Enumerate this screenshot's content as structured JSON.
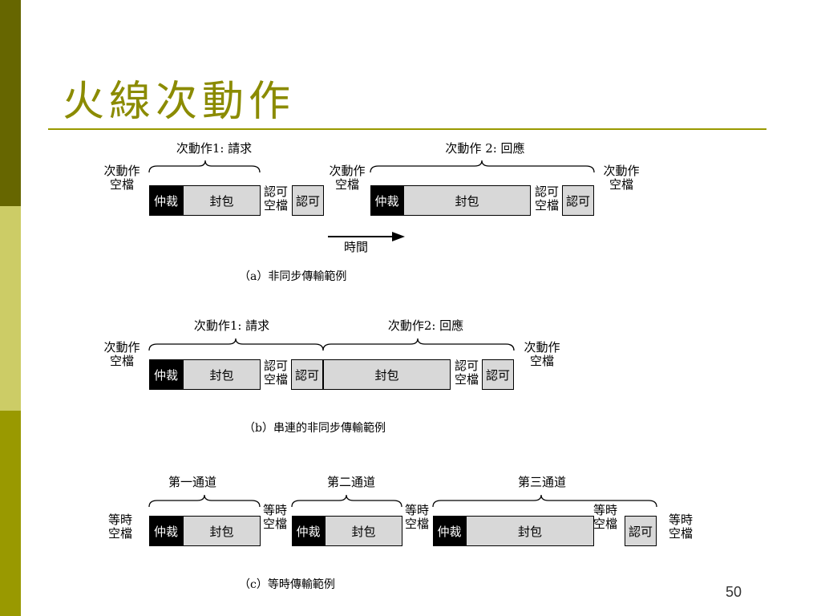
{
  "slide": {
    "title": "火線次動作",
    "page_number": "50"
  },
  "diagram_a": {
    "caption": "（a）非同步傳輸範例",
    "title_request": "次動作1: 請求",
    "title_response": "次動作 2: 回應",
    "gap_idle_1": "次動作\n空檔",
    "gap_idle_2": "次動作\n空檔",
    "gap_idle_3": "次動作\n空檔",
    "ack_gap_1": "認可\n空檔",
    "ack_gap_2": "認可\n空檔",
    "arb_1": "仲裁",
    "packet_1": "封包",
    "ack_1": "認可",
    "arb_2": "仲裁",
    "packet_2": "封包",
    "ack_2": "認可",
    "time_label": "時間"
  },
  "diagram_b": {
    "caption": "（b）串連的非同步傳輸範例",
    "title_request": "次動作1: 請求",
    "title_response": "次動作2: 回應",
    "gap_idle_1": "次動作\n空檔",
    "gap_idle_2": "次動作\n空檔",
    "ack_gap_1": "認可\n空檔",
    "ack_gap_2": "認可\n空檔",
    "arb_1": "仲裁",
    "packet_1": "封包",
    "ack_1": "認可",
    "packet_2": "封包",
    "ack_2": "認可"
  },
  "diagram_c": {
    "caption": "（c）等時傳輸範例",
    "channel_1": "第一通道",
    "channel_2": "第二通道",
    "channel_3": "第三通道",
    "gap_iso_1": "等時\n空檔",
    "gap_iso_2": "等時\n空檔",
    "gap_iso_3": "等時\n空檔",
    "gap_iso_4": "等時\n空檔",
    "gap_iso_5": "等時\n空檔",
    "arb_1": "仲裁",
    "packet_1": "封包",
    "arb_2": "仲裁",
    "packet_2": "封包",
    "arb_3": "仲裁",
    "packet_3": "封包",
    "ack_1": "認可"
  }
}
